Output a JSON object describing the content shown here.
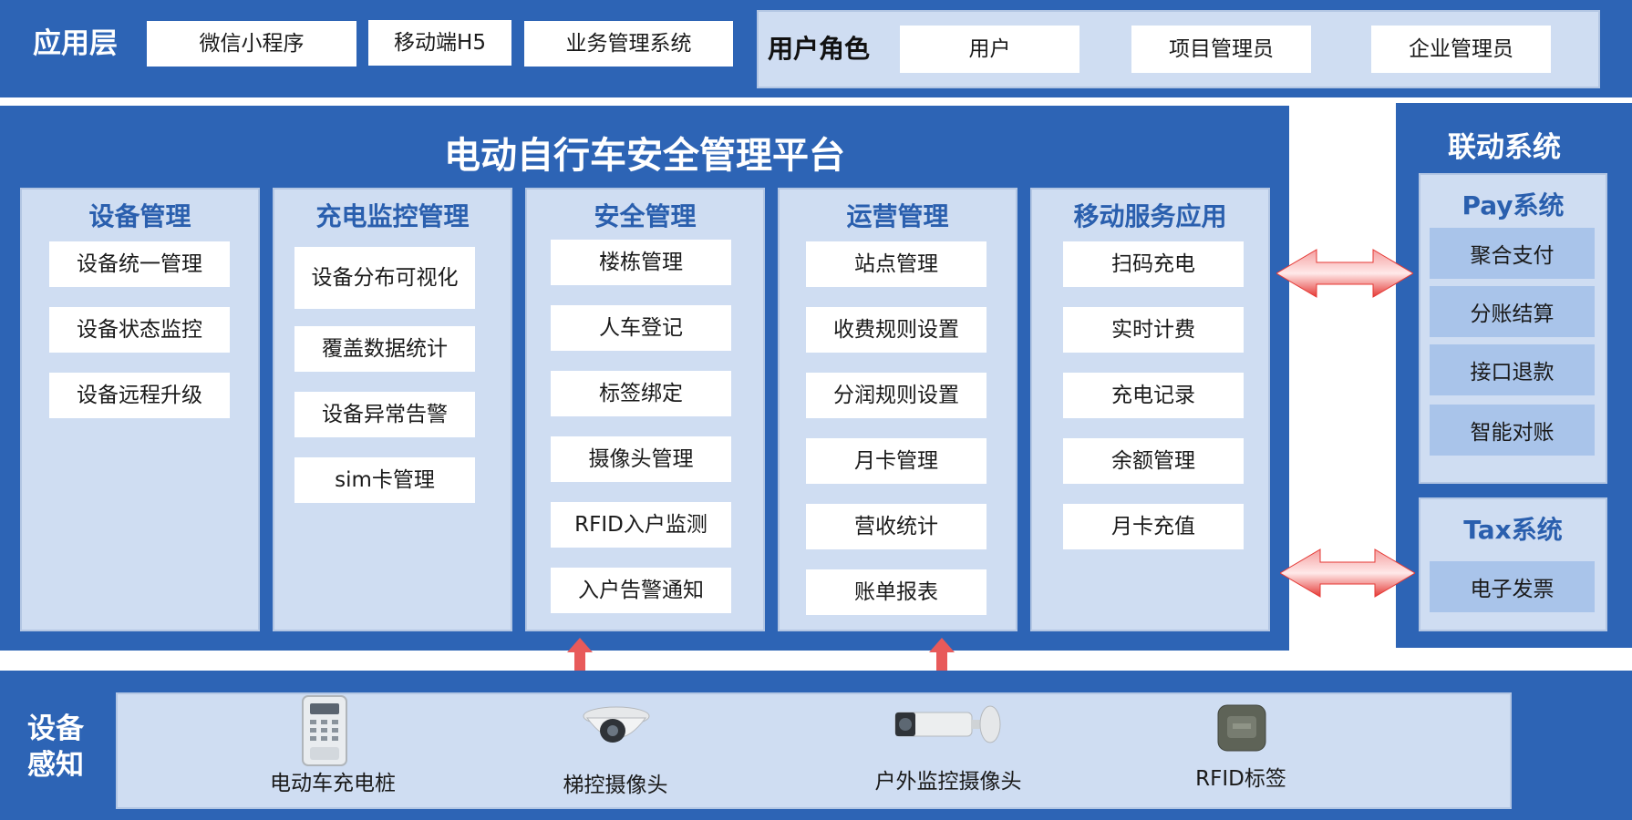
{
  "app_layer": {
    "label": "应用层",
    "items": [
      "微信小程序",
      "移动端H5",
      "业务管理系统"
    ]
  },
  "user_roles": {
    "label": "用户角色",
    "roles": [
      "用户",
      "项目管理员",
      "企业管理员"
    ]
  },
  "platform": {
    "title": "电动自行车安全管理平台",
    "columns": [
      {
        "title": "设备管理",
        "items": [
          "设备统一管理",
          "设备状态监控",
          "设备远程升级"
        ]
      },
      {
        "title": "充电监控管理",
        "items": [
          "设备分布可视化",
          "覆盖数据统计",
          "设备异常告警",
          "sim卡管理"
        ]
      },
      {
        "title": "安全管理",
        "items": [
          "楼栋管理",
          "人车登记",
          "标签绑定",
          "摄像头管理",
          "RFID入户监测",
          "入户告警通知"
        ]
      },
      {
        "title": "运营管理",
        "items": [
          "站点管理",
          "收费规则设置",
          "分润规则设置",
          "月卡管理",
          "营收统计",
          "账单报表"
        ]
      },
      {
        "title": "移动服务应用",
        "items": [
          "扫码充电",
          "实时计费",
          "充电记录",
          "余额管理",
          "月卡充值"
        ]
      }
    ]
  },
  "linkage": {
    "title": "联动系统",
    "pay": {
      "title": "Pay系统",
      "items": [
        "聚合支付",
        "分账结算",
        "接口退款",
        "智能对账"
      ]
    },
    "tax": {
      "title": "Tax系统",
      "items": [
        "电子发票"
      ]
    }
  },
  "device_layer": {
    "label_line1": "设备",
    "label_line2": "感知",
    "devices": [
      "电动车充电桩",
      "梯控摄像头",
      "户外监控摄像头",
      "RFID标签"
    ]
  },
  "colors": {
    "primary_blue": "#2d64b5",
    "pale_blue": "#cfddf2",
    "item_blue": "#a9c4ea",
    "arrow_red": "#e53935"
  }
}
